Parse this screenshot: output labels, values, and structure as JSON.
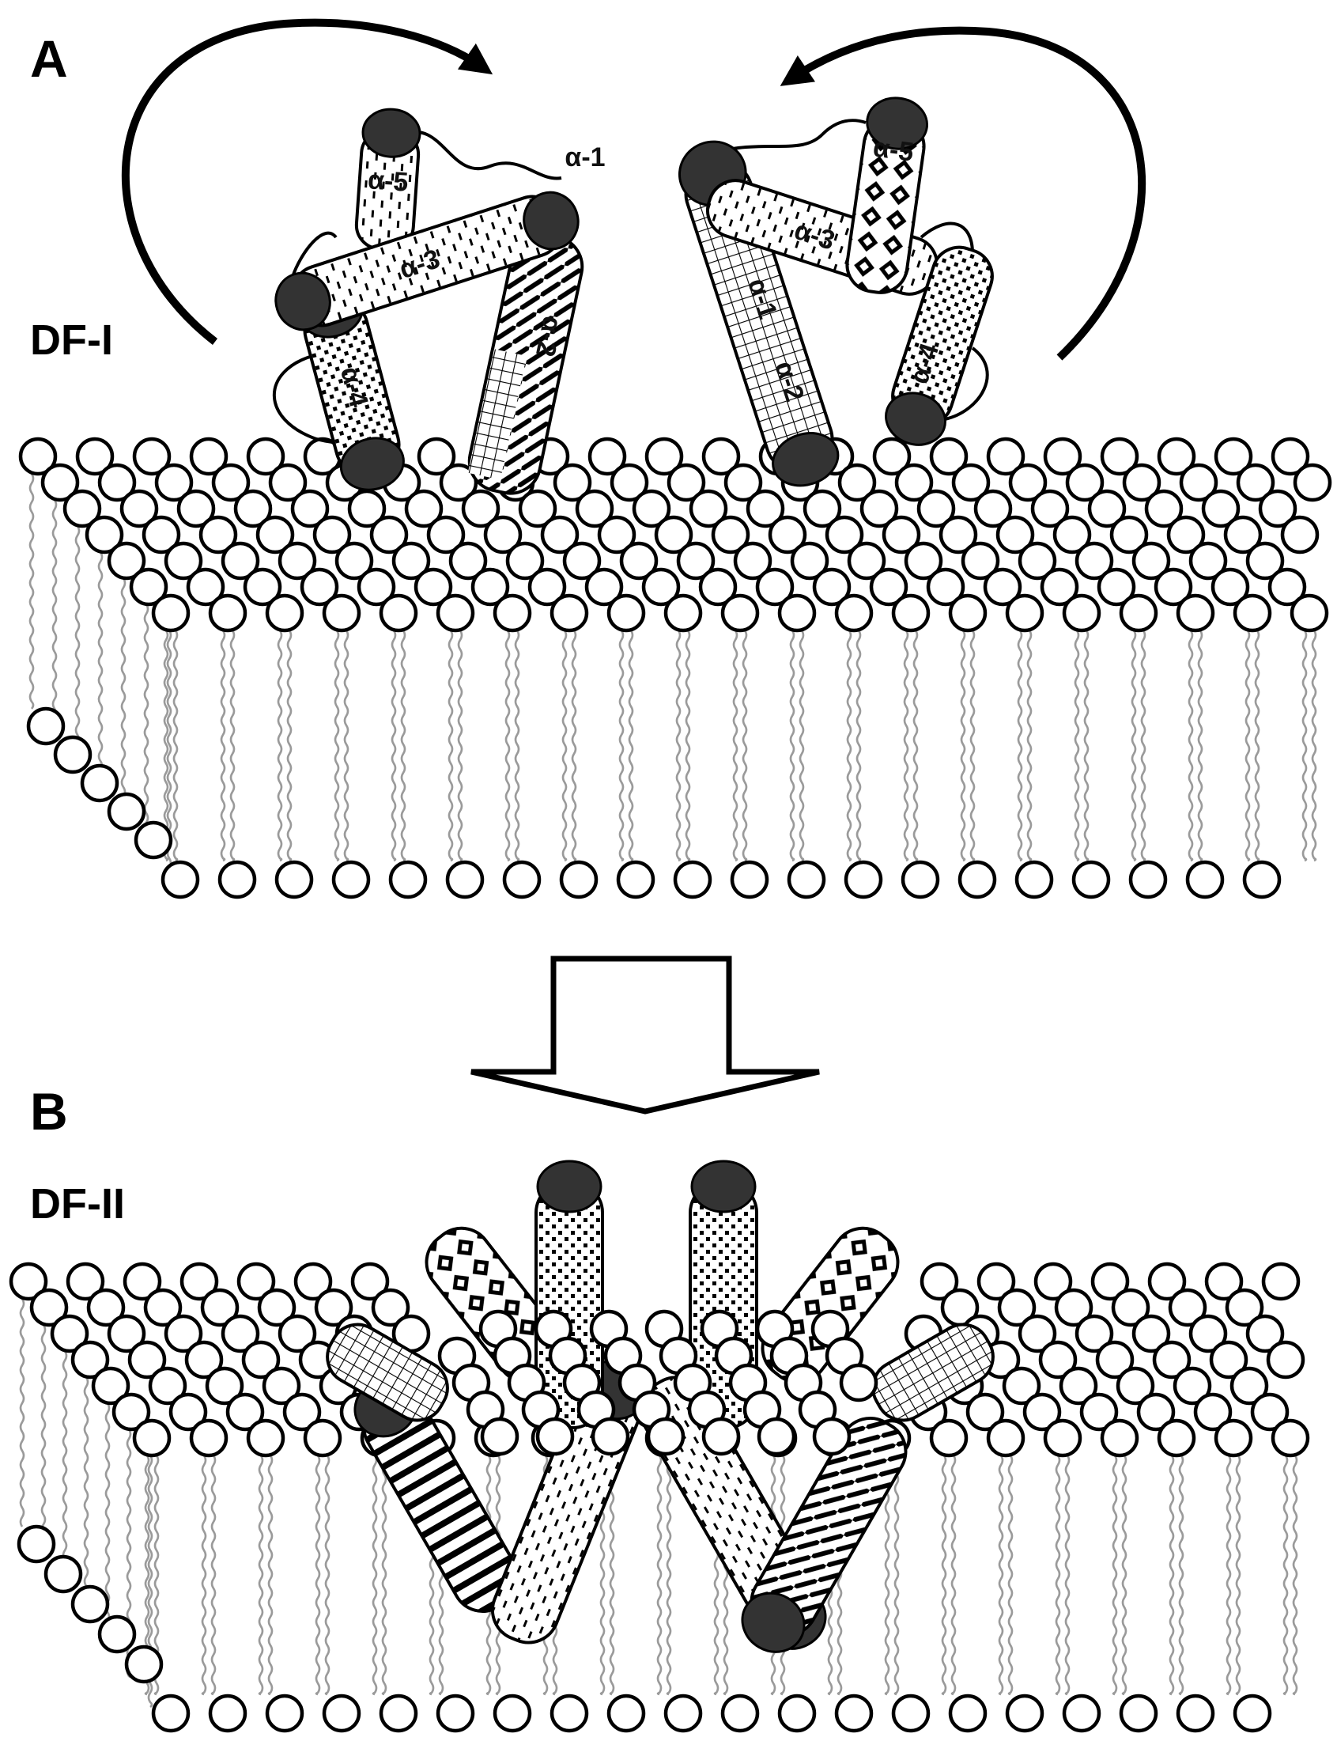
{
  "panels": {
    "a": {
      "letter": "A",
      "state": "DF-I"
    },
    "b": {
      "letter": "B",
      "state": "DF-II"
    }
  },
  "helices": {
    "a1": "α-1",
    "a2": "α-2",
    "a3": "α-3",
    "a4": "α-4",
    "a5": "α-5"
  },
  "colors": {
    "cap": "#333333",
    "tail": "#9a9a9a",
    "outline": "#000000",
    "background": "#ffffff"
  },
  "icons": {
    "transition": "down-block-arrow-icon",
    "rotation": "curved-arrow-icon"
  }
}
